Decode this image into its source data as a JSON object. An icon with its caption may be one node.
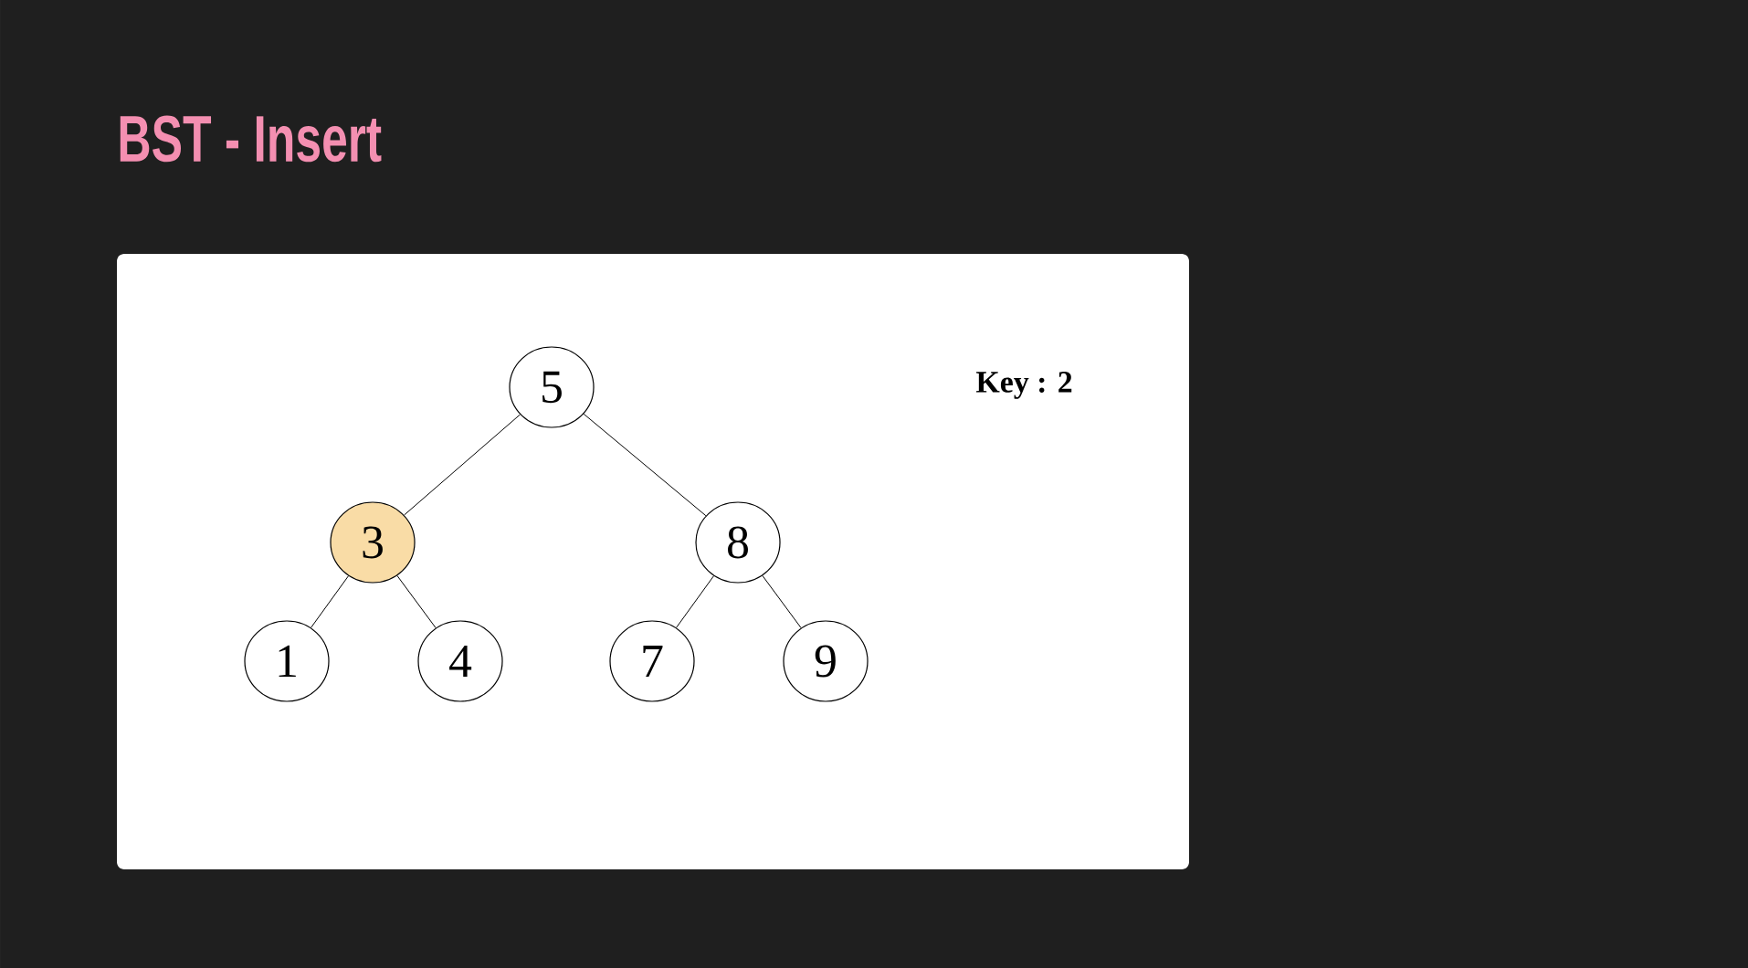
{
  "diagram": {
    "title": "BST - Insert",
    "nodes": [
      {
        "text": [
          "5"
        ]
      },
      {
        "text": [
          "3"
        ]
      },
      {
        "text": [
          "8"
        ]
      },
      {
        "text": [
          "1"
        ]
      },
      {
        "text": [
          "4"
        ]
      },
      {
        "text": [
          "7"
        ]
      },
      {
        "text": [
          "9"
        ]
      }
    ],
    "edges": [
      {
        "from": 0,
        "to": 1,
        "arrow": "none"
      },
      {
        "from": 0,
        "to": 2,
        "arrow": "none"
      },
      {
        "from": 1,
        "to": 3,
        "arrow": "none"
      },
      {
        "from": 1,
        "to": 4,
        "arrow": "none"
      },
      {
        "from": 2,
        "to": 5,
        "arrow": "none"
      },
      {
        "from": 2,
        "to": 6,
        "arrow": "none"
      }
    ],
    "labels": [
      "Key : 2"
    ]
  }
}
